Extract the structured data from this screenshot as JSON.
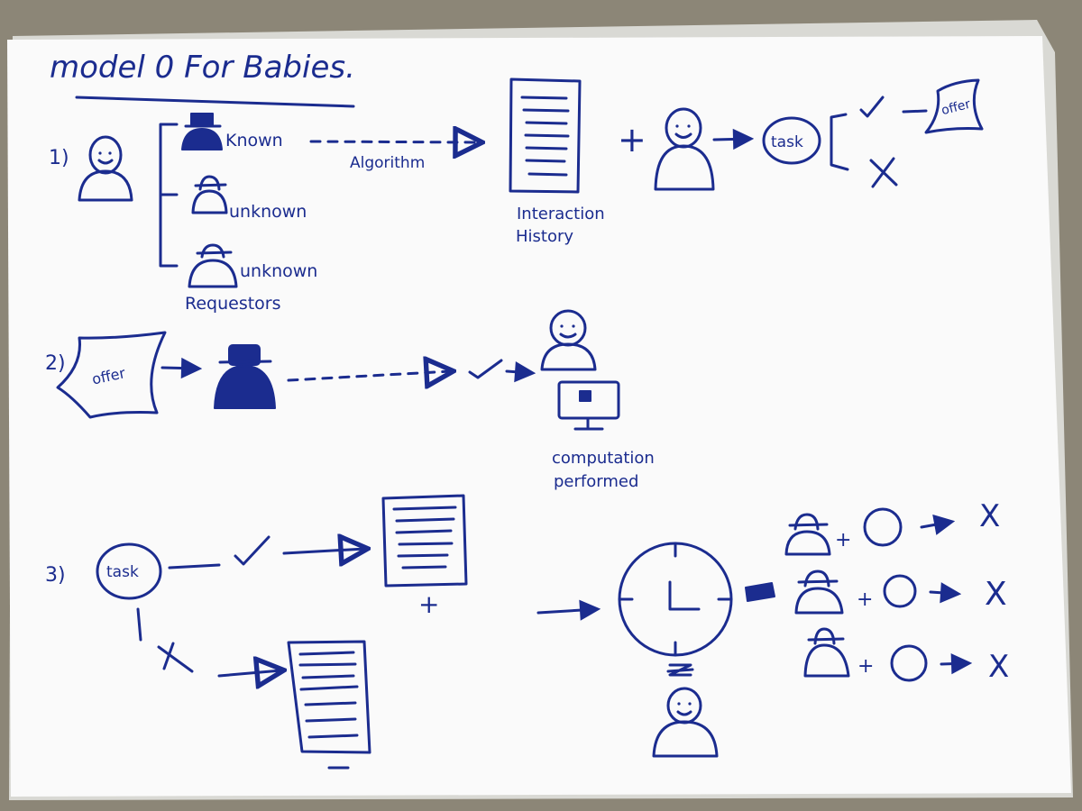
{
  "sheet": {
    "title": "model 0  For Babies.",
    "section_1": {
      "marker": "1)",
      "requestors_label": "Requestors",
      "known_label": "Known",
      "unknown_label_1": "unknown",
      "unknown_label_2": "unknown",
      "algorithm_label": "Algorithm",
      "history_label_line1": "Interaction",
      "history_label_line2": "History",
      "plus": "+",
      "task_label": "task",
      "offer_label": "offer"
    },
    "section_2": {
      "marker": "2)",
      "offer_label": "offer",
      "computation_label_line1": "computation",
      "computation_label_line2": "performed"
    },
    "section_3": {
      "marker": "3)",
      "task_label": "task",
      "plus": "+",
      "minus": "—",
      "zzz": "z",
      "plus_row1": "+",
      "plus_row2": "+",
      "plus_row3": "+",
      "cross_row1": "X",
      "cross_row2": "X",
      "cross_row3": "X"
    }
  },
  "colors": {
    "ink": "#1b2c8f",
    "paper": "#fafafa",
    "table": "#8c8677"
  }
}
